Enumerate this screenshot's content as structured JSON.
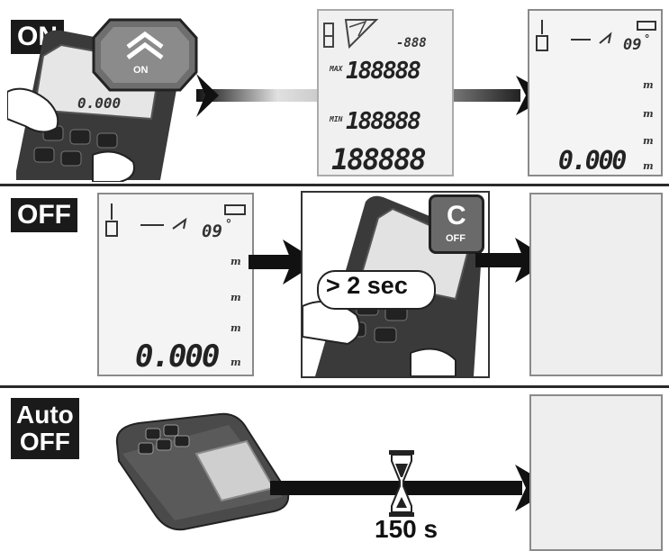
{
  "rows": {
    "on": {
      "label": "ON"
    },
    "off": {
      "label": "OFF"
    },
    "auto_off": {
      "label_line1": "Auto",
      "label_line2": "OFF"
    }
  },
  "buttons": {
    "on_button": {
      "caption": "ON"
    },
    "c_button": {
      "letter": "C",
      "caption": "OFF"
    }
  },
  "display": {
    "angle": "09",
    "degree": "°",
    "distance": "0.000",
    "unit": "m"
  },
  "test_display": {
    "top_small": "-888",
    "line1": "188888",
    "line2": "188888",
    "line3": "188888",
    "max": "MAX",
    "min": "MIN"
  },
  "timing": {
    "hold_time": "> 2 sec",
    "auto_off_time": "150 s"
  },
  "colors": {
    "label_bg": "#1a1a1a",
    "device_body": "#3a3a3a",
    "arrow": "#111111"
  }
}
